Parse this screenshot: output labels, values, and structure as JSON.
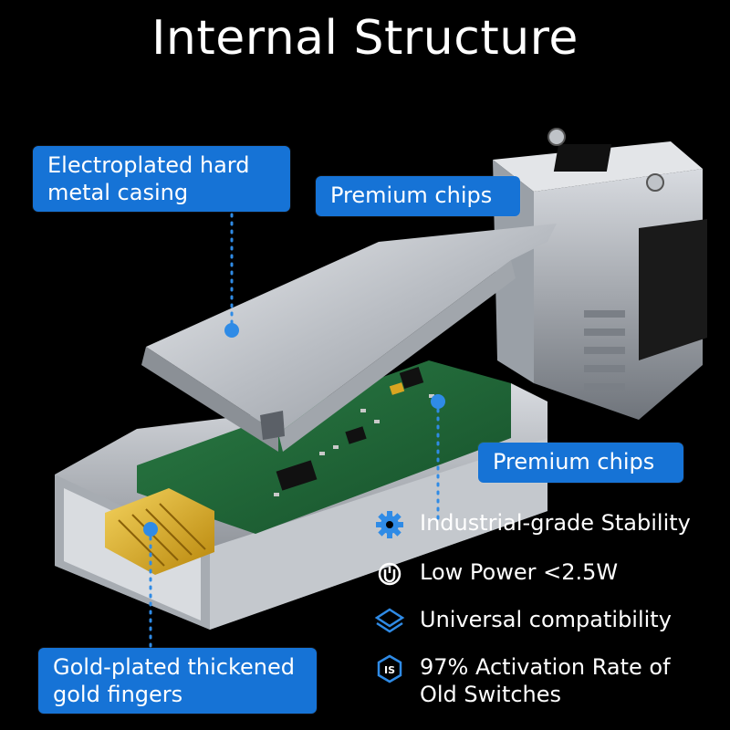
{
  "title": "Internal Structure",
  "callouts": {
    "casing": [
      "Electroplated hard",
      "metal casing"
    ],
    "chips_top": "Premium chips",
    "chips_mid": "Premium chips",
    "fingers": [
      "Gold-plated thickened",
      "gold fingers"
    ]
  },
  "features": [
    {
      "icon": "gear-icon",
      "text": [
        "Industrial-grade Stability"
      ]
    },
    {
      "icon": "power-icon",
      "text": [
        "Low Power <2.5W"
      ]
    },
    {
      "icon": "layers-icon",
      "text": [
        "Universal compatibility"
      ]
    },
    {
      "icon": "shield-badge-icon",
      "text": [
        "97% Activation Rate of",
        "Old Switches"
      ]
    }
  ],
  "colors": {
    "background": "#000000",
    "accent_blue": "#1673d6",
    "icon_blue": "#2f8be6",
    "pcb_green": "#1f6b3a",
    "gold": "#d7a625",
    "metal": "#c9ccd1"
  }
}
